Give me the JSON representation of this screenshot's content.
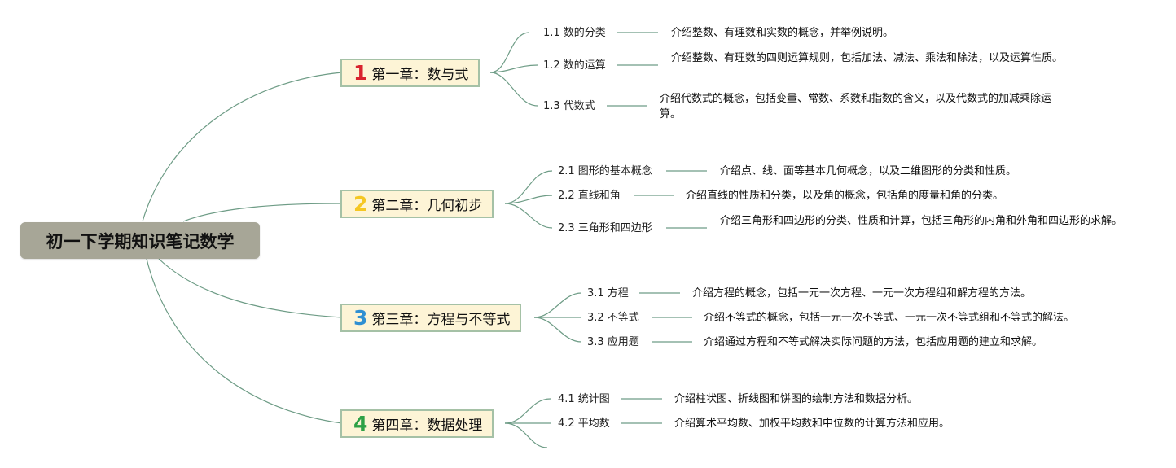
{
  "root": {
    "title": "初一下学期知识笔记数学"
  },
  "chapters": [
    {
      "number": "1",
      "number_color": "#d9232e",
      "title": "第一章：数与式",
      "sections": [
        {
          "title": "1.1 数的分类",
          "desc": "介绍整数、有理数和实数的概念，并举例说明。"
        },
        {
          "title": "1.2 数的运算",
          "desc": "介绍整数、有理数的四则运算规则，包括加法、减法、乘法和除法，以及运算性质。"
        },
        {
          "title": "1.3 代数式",
          "desc": "介绍代数式的概念，包括变量、常数、系数和指数的含义，以及代数式的加减乘除运算。"
        }
      ]
    },
    {
      "number": "2",
      "number_color": "#f5c723",
      "title": "第二章：几何初步",
      "sections": [
        {
          "title": "2.1 图形的基本概念",
          "desc": "介绍点、线、面等基本几何概念，以及二维图形的分类和性质。"
        },
        {
          "title": "2.2 直线和角",
          "desc": "介绍直线的性质和分类，以及角的概念，包括角的度量和角的分类。"
        },
        {
          "title": "2.3 三角形和四边形",
          "desc": "介绍三角形和四边形的分类、性质和计算，包括三角形的内角和外角和四边形的求解。"
        }
      ]
    },
    {
      "number": "3",
      "number_color": "#2f8fd2",
      "title": "第三章：方程与不等式",
      "sections": [
        {
          "title": "3.1 方程",
          "desc": "介绍方程的概念，包括一元一次方程、一元一次方程组和解方程的方法。"
        },
        {
          "title": "3.2 不等式",
          "desc": "介绍不等式的概念，包括一元一次不等式、一元一次不等式组和不等式的解法。"
        },
        {
          "title": "3.3 应用题",
          "desc": "介绍通过方程和不等式解决实际问题的方法，包括应用题的建立和求解。"
        }
      ]
    },
    {
      "number": "4",
      "number_color": "#2ea146",
      "title": "第四章：数据处理",
      "sections": [
        {
          "title": "4.1 统计图",
          "desc": "介绍柱状图、折线图和饼图的绘制方法和数据分析。"
        },
        {
          "title": "4.2 平均数",
          "desc": "介绍算术平均数、加权平均数和中位数的计算方法和应用。"
        }
      ]
    }
  ],
  "colors": {
    "link": "#6e9c86",
    "root_bg": "#a7a697",
    "chapter_bg": "#fdf4d6",
    "chapter_border": "#a5c1a6"
  }
}
